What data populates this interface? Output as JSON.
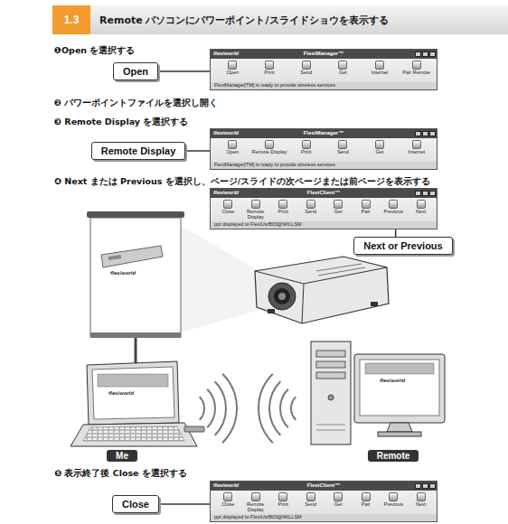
{
  "diagram": {
    "nodes": [
      {
        "text": [
          "1.3"
        ]
      },
      {
        "text": [
          "Remote パソコンにパワーポイント/スライドショウを表示する"
        ]
      },
      {
        "text": [
          "Open"
        ]
      },
      {
        "text": [
          "flexiworld",
          "FlexiManager™",
          "Open",
          "Print",
          "Send",
          "Get",
          "Internet",
          "Pair Remote",
          "FlexiManager[TM] is ready to provide wireless services"
        ]
      },
      {
        "text": [
          "Remote Display"
        ]
      },
      {
        "text": [
          "flexiworld",
          "FlexiManager™",
          "Open",
          "Remote Display",
          "Print",
          "Send",
          "Get",
          "Internet",
          "FlexiManager[TM] is ready to provide wireless services"
        ]
      },
      {
        "text": [
          "flexiworld",
          "FlexiClient™",
          "Close",
          "Remote Display",
          "Print",
          "Send",
          "Get",
          "Pair",
          "Previous",
          "Next",
          "ppt displayed to FlexiUsrB03@WILLSM"
        ]
      },
      {
        "text": [
          "Next or Previous"
        ]
      },
      {
        "text": [
          "Me"
        ]
      },
      {
        "text": [
          "Remote"
        ]
      },
      {
        "text": [
          "Close"
        ]
      },
      {
        "text": [
          "flexiworld",
          "FlexiClient™",
          "Close",
          "Remote Display",
          "Print",
          "Send",
          "Get",
          "Pair",
          "Previous",
          "Next",
          "ppt displayed to FlexiUsrB03@WILLSM"
        ]
      }
    ],
    "edges": [
      {
        "from": 2,
        "to": 3,
        "arrow": "none"
      },
      {
        "from": 4,
        "to": 5,
        "arrow": "none"
      },
      {
        "from": 7,
        "to": 6,
        "arrow": "none"
      },
      {
        "from": 10,
        "to": 11,
        "arrow": "none"
      }
    ],
    "labels": [
      "❶Open を選択する",
      "❷ パワーポイントファイルを選択し開く",
      "❸ Remote Display を選択する",
      "❹ Next または Previous を選択し、ページ/スライドの次ページまたは前ページを表示する",
      "❺ 表示終了後 Close を選択する",
      "flexiworld",
      "flexiworld",
      "flexiworld"
    ]
  }
}
